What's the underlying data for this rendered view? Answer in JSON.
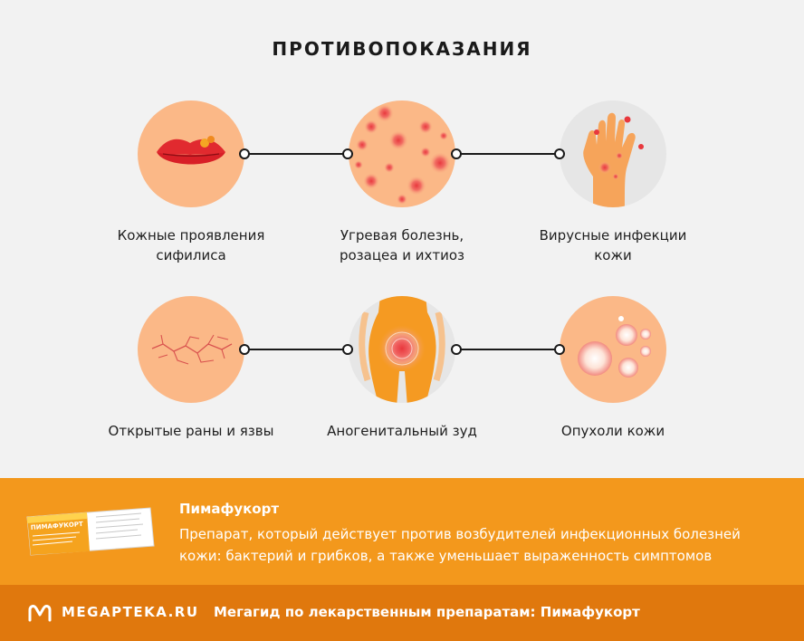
{
  "title": "ПРОТИВОПОКАЗАНИЯ",
  "items": [
    {
      "caption_line1": "Кожные проявления",
      "caption_line2": "сифилиса",
      "icon": "lips-icon"
    },
    {
      "caption_line1": "Угревая болезнь,",
      "caption_line2": "розацеа и ихтиоз",
      "icon": "acne-rash-icon"
    },
    {
      "caption_line1": "Вирусные инфекции",
      "caption_line2": "кожи",
      "icon": "infected-hand-icon"
    },
    {
      "caption_line1": "Открытые раны и язвы",
      "caption_line2": "",
      "icon": "cracked-skin-icon"
    },
    {
      "caption_line1": "Аногенитальный зуд",
      "caption_line2": "",
      "icon": "itch-body-icon"
    },
    {
      "caption_line1": "Опухоли кожи",
      "caption_line2": "",
      "icon": "skin-tumor-icon"
    }
  ],
  "product": {
    "name": "Пимафукорт",
    "description_line1": "Препарат, который действует против возбудителей инфекционных болезней",
    "description_line2": "кожи: бактерий и грибков, а также уменьшает выраженность симптомов",
    "box_label": "ПИМАФУКОРТ"
  },
  "footer": {
    "logo": "MEGAPTEKA.RU",
    "text": "Мегагид по лекарственным препаратам: Пимафукорт"
  },
  "colors": {
    "background": "#f2f2f2",
    "circle_peach": "#fbb887",
    "circle_grey": "#e6e6e6",
    "band": "#f3981c",
    "footer": "#e0780d",
    "lesion_red": "#e8383d"
  }
}
